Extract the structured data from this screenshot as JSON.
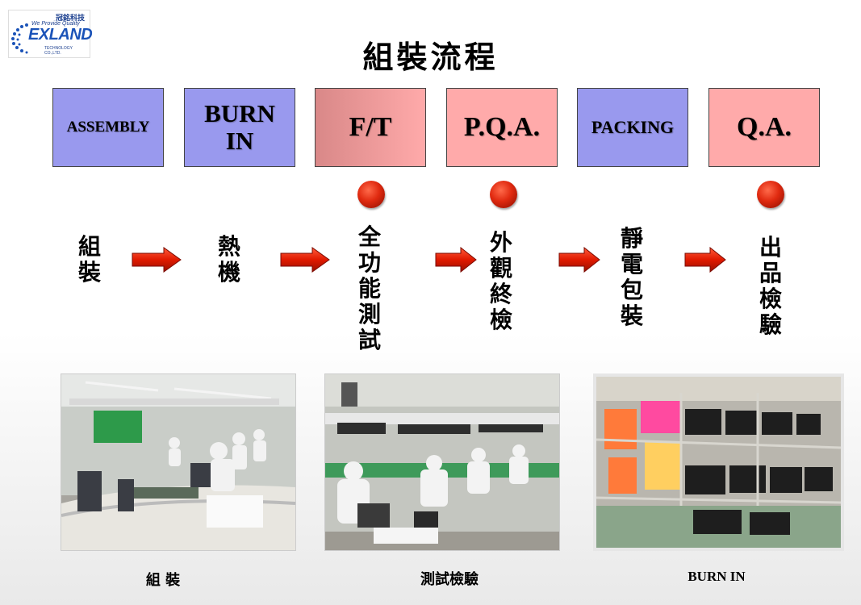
{
  "logo": {
    "chinese": "冠銘科技",
    "tagline": "We Provide Quality",
    "brand": "EXLAND",
    "subtext": "TECHNOLOGY CO.,LTD."
  },
  "title": "組裝流程",
  "stages": [
    {
      "label": "ASSEMBLY",
      "color": "#9999ee"
    },
    {
      "label": "BURN IN",
      "color": "#9999ee"
    },
    {
      "label": "F/T",
      "color": "#ffaaaa"
    },
    {
      "label": "P.Q.A.",
      "color": "#ffaaaa"
    },
    {
      "label": "PACKING",
      "color": "#9999ee"
    },
    {
      "label": "Q.A.",
      "color": "#ffaaaa"
    }
  ],
  "steps": [
    {
      "chars": [
        "組",
        "裝"
      ]
    },
    {
      "chars": [
        "熱",
        "機"
      ]
    },
    {
      "chars": [
        "全",
        "功",
        "能",
        "測",
        "試"
      ]
    },
    {
      "chars": [
        "外",
        "觀",
        "終",
        "檢"
      ]
    },
    {
      "chars": [
        "靜",
        "電",
        "包",
        "裝"
      ]
    },
    {
      "chars": [
        "出",
        "品",
        "檢",
        "驗"
      ]
    }
  ],
  "photos": {
    "captions": [
      "組 裝",
      "測試檢驗",
      "BURN IN"
    ]
  }
}
